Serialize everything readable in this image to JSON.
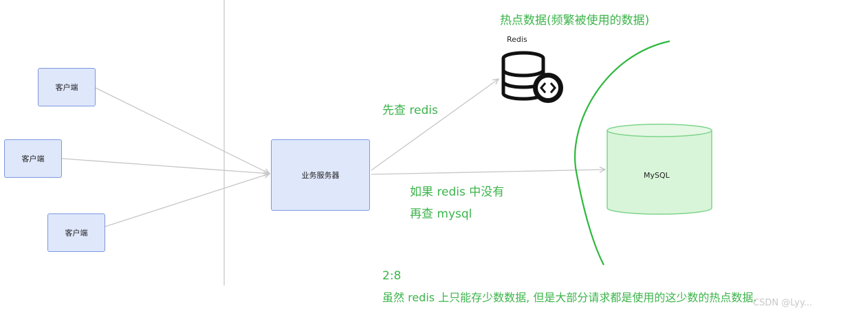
{
  "colors": {
    "client_fill": "#dfe7fb",
    "client_border": "#7b97e0",
    "note_text": "#3cb44b",
    "mysql_fill": "#d9f5d9",
    "mysql_border": "#7fd48c",
    "boundary_curve": "#2db83d",
    "arrow": "#c6c6c6"
  },
  "clients": [
    {
      "label": "客户端"
    },
    {
      "label": "客户端"
    },
    {
      "label": "客户端"
    }
  ],
  "server": {
    "label": "业务服务器"
  },
  "redis": {
    "label": "Redis",
    "icon": "database-icon"
  },
  "mysql": {
    "label": "MySQL"
  },
  "notes": {
    "hot_data": "热点数据(频繁被使用的数据)",
    "first_redis": "先查 redis",
    "fallback_line1": "如果 redis 中没有",
    "fallback_line2": "再查 mysql",
    "ratio": "2:8",
    "summary": "虽然 redis 上只能存少数数据, 但是大部分请求都是使用的这少数的热点数据."
  },
  "watermark": "CSDN @Lyy..."
}
